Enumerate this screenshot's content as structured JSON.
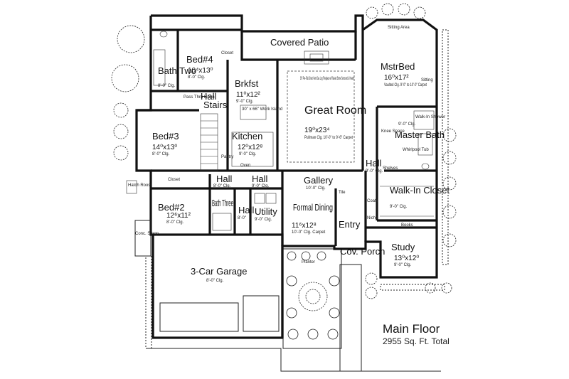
{
  "plan": {
    "title": "Main Floor",
    "subtitle": "2955 Sq. Ft. Total"
  },
  "rooms": {
    "bed4": {
      "name": "Bed#4",
      "dim": "10⁴x13⁰",
      "ceil": "8'-0\" Clg."
    },
    "bath_two": {
      "name": "Bath Two",
      "ceil": "8'-0\" Clg."
    },
    "closet_bed4": {
      "name": "Closet"
    },
    "hall_stairs": {
      "name": "Hall",
      "sub": "Stairs"
    },
    "linen": {
      "name": "Pass Thru Linen"
    },
    "brkfst": {
      "name": "Brkfst",
      "dim": "11⁰x12²",
      "ceil": "9'-0\" Clg."
    },
    "covered_patio": {
      "name": "Covered Patio"
    },
    "fireplace_note": {
      "name": "36\" Pre-Fab Direct Vent Gas Log Fireplace w/ Raised Stone Surround & Hearth"
    },
    "great_room": {
      "name": "Great Room",
      "dim": "19⁰x23⁴",
      "ceil": "Pullman Clg. 10'-0\" to 9'-6\" Carpet"
    },
    "mstr_bed": {
      "name": "MstrBed",
      "dim": "16⁰x17²",
      "ceil": "Vaulted Clg. 9'-0\" to 10'-0\" Carpet"
    },
    "sitting_area": {
      "name": "Sitting Area"
    },
    "sitting": {
      "name": "Sitting"
    },
    "walkin_shower": {
      "name": "Walk-In Shower"
    },
    "knee_space": {
      "name": "Knee Space"
    },
    "master_bath": {
      "name": "Master Bath",
      "ceil": "9'-0\" Clg."
    },
    "whirlpool": {
      "name": "Whirlpool Tub"
    },
    "bed3": {
      "name": "Bed#3",
      "dim": "14⁰x13⁰",
      "ceil": "8'-0\" Clg."
    },
    "kitchen": {
      "name": "Kitchen",
      "dim": "12⁰x12⁸",
      "ceil": "9'-0\" Clg."
    },
    "work_island": {
      "name": "30\" x 66\" Work Island"
    },
    "pantry": {
      "name": "Pantry"
    },
    "oven": {
      "name": "Oven"
    },
    "hall_right": {
      "name": "Hall",
      "ceil": "9'-0\" Clg."
    },
    "shelves": {
      "name": "Shelves"
    },
    "coats": {
      "name": "Coats"
    },
    "walkin_closet": {
      "name": "Walk-In Closet",
      "ceil": "9'-0\" Clg."
    },
    "hatch_roost": {
      "name": "Hatch Roost"
    },
    "closet_bed2": {
      "name": "Closet"
    },
    "hall_a": {
      "name": "Hall",
      "ceil": "8'-0\" Clg."
    },
    "hall_b": {
      "name": "Hall",
      "ceil": "9'-0\" Clg."
    },
    "gallery": {
      "name": "Gallery",
      "ceil": "10'-0\" Clg."
    },
    "tile": {
      "name": "Tile"
    },
    "bed2": {
      "name": "Bed#2",
      "dim": "12⁶x11²",
      "ceil": "8'-0\" Clg."
    },
    "bath_three": {
      "name": "Bath Three"
    },
    "hall_c": {
      "name": "Hall",
      "ceil": "8'-0\""
    },
    "utility": {
      "name": "Utility",
      "ceil": "9'-0\" Clg."
    },
    "formal_dining": {
      "name": "Formal Dining",
      "dim": "11⁶x12⁸",
      "ceil": "10'-0\" Clg. Carpet"
    },
    "entry": {
      "name": "Entry"
    },
    "niche": {
      "name": "Niche"
    },
    "books": {
      "name": "Books"
    },
    "study": {
      "name": "Study",
      "dim": "13⁰x12⁰",
      "ceil": "9'-0\" Clg."
    },
    "conc_stoop": {
      "name": "Conc. Stoop"
    },
    "cov_porch": {
      "name": "Cov. Porch"
    },
    "planter": {
      "name": "Planter"
    },
    "garage": {
      "name": "3-Car Garage",
      "ceil": "8'-0\" Clg."
    }
  }
}
